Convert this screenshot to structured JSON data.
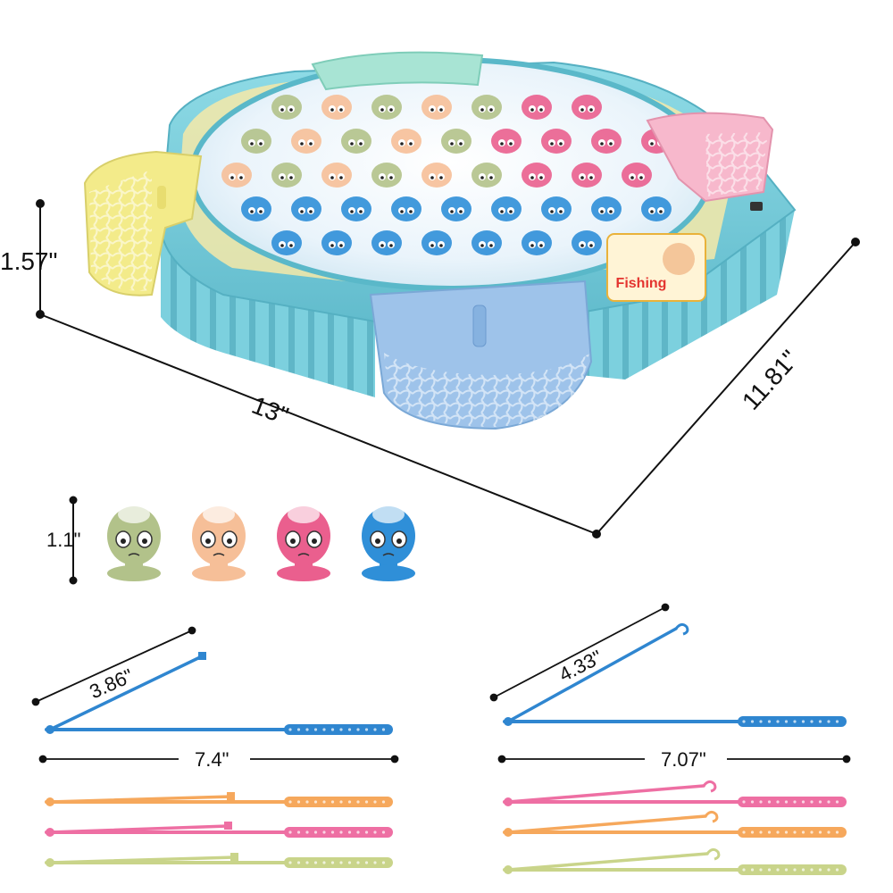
{
  "dimensions": {
    "board_height": "1.57\"",
    "board_width": "13\"",
    "board_depth": "11.81\"",
    "fish_height": "1.1\"",
    "short_rod_line": "3.86\"",
    "short_rod_length": "7.4\"",
    "long_rod_line": "4.33\"",
    "long_rod_length": "7.07\""
  },
  "board_label": "Fishing",
  "colors": {
    "board": "#7fd3e0",
    "board_dark": "#5ab8c9",
    "pond": "#eef6fb",
    "cup_yellow": "#f3eb8a",
    "cup_pink": "#f7b8cc",
    "cup_blue": "#9ec3ea",
    "cup_mint": "#a8e4d4",
    "fish_green": "#b2c28a",
    "fish_peach": "#f6bf98",
    "fish_pink": "#ea5f8e",
    "fish_blue": "#2f8fd8",
    "rod_blue": "#2f86d0",
    "rod_orange": "#f6a85c",
    "rod_pink": "#ee6fa3",
    "rod_green": "#c9d48a"
  },
  "icons": [
    "fishing-game-board",
    "fish-toy",
    "fishing-rod"
  ]
}
